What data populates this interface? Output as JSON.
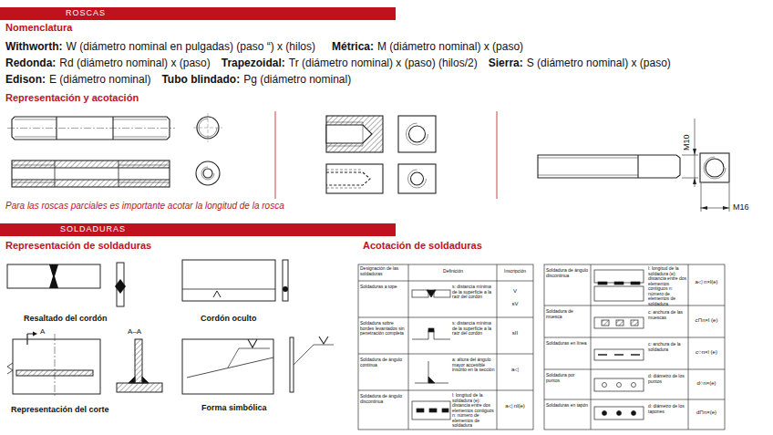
{
  "diagram": {
    "nodes": [
      {
        "text": [
          "ROSCAS"
        ]
      },
      {
        "text": [
          "SOLDADURAS"
        ]
      }
    ],
    "labels": [
      "Nomenclatura",
      "Withworth:",
      "W (diámetro nominal en pulgadas) (paso “) x (hilos)",
      "Métrica:",
      "M (diámetro nominal) x (paso)",
      "Redonda:",
      "Rd (diámetro nominal) x (paso)",
      "Trapezoidal:",
      "Tr (diámetro nominal) x (paso) (hilos/2)",
      "Sierra:",
      "S (diámetro nominal) x (paso)",
      "Edison:",
      "E (diámetro nominal)",
      "Tubo blindado:",
      "Pg (diámetro nominal)",
      "Representación y acotación",
      "M10",
      "M16",
      "Para las roscas parciales es importante acotar la longitud de la rosca",
      "Representación de soldaduras",
      "Acotación de soldaduras",
      "Resaltado del cordón",
      "Cordón oculto",
      "A",
      "A–A",
      "Representación del corte",
      "Forma simbólica",
      "Designación de las soldaduras",
      "Definición",
      "Inscripción",
      "Soldaduras a tope",
      "s: distancia mínima de la superficie a la raíz del cordón",
      "V",
      "sV",
      "Soldadura sobre bordes levantados sin penetración completa",
      "s: distancia mínima de la superficie a la raíz del cordón",
      "sII",
      "Soldadura de ángulo continua",
      "a: altura del ángulo mayor accesible inscrito en la sección",
      "a◁",
      "Soldadura de ángulo discontinua",
      "l: longitud de la soldadura (e): distancia entre dos elementos contiguos n: número de elementos de soldadura",
      "a◁ nl(e)",
      "Soldadura de ángulo discontinua",
      "l: longitud de la soldadura (e): distancia entre dos elementos contiguos n: número de elementos de soldadura",
      "a◁ n×l(e)",
      "Soldadura de muesca",
      "c: anchura de las muescas",
      "c⊓n×l (e)",
      "Soldaduras en línea",
      "c: anchura de la soldadura",
      "c○n×l (e)",
      "Soldadura por puntos",
      "d: diámetro de los puntos",
      "d○n×(e)",
      "Soldaduras en tapón",
      "d: diámetro de los tapones",
      "d⊓n×(e)"
    ]
  }
}
